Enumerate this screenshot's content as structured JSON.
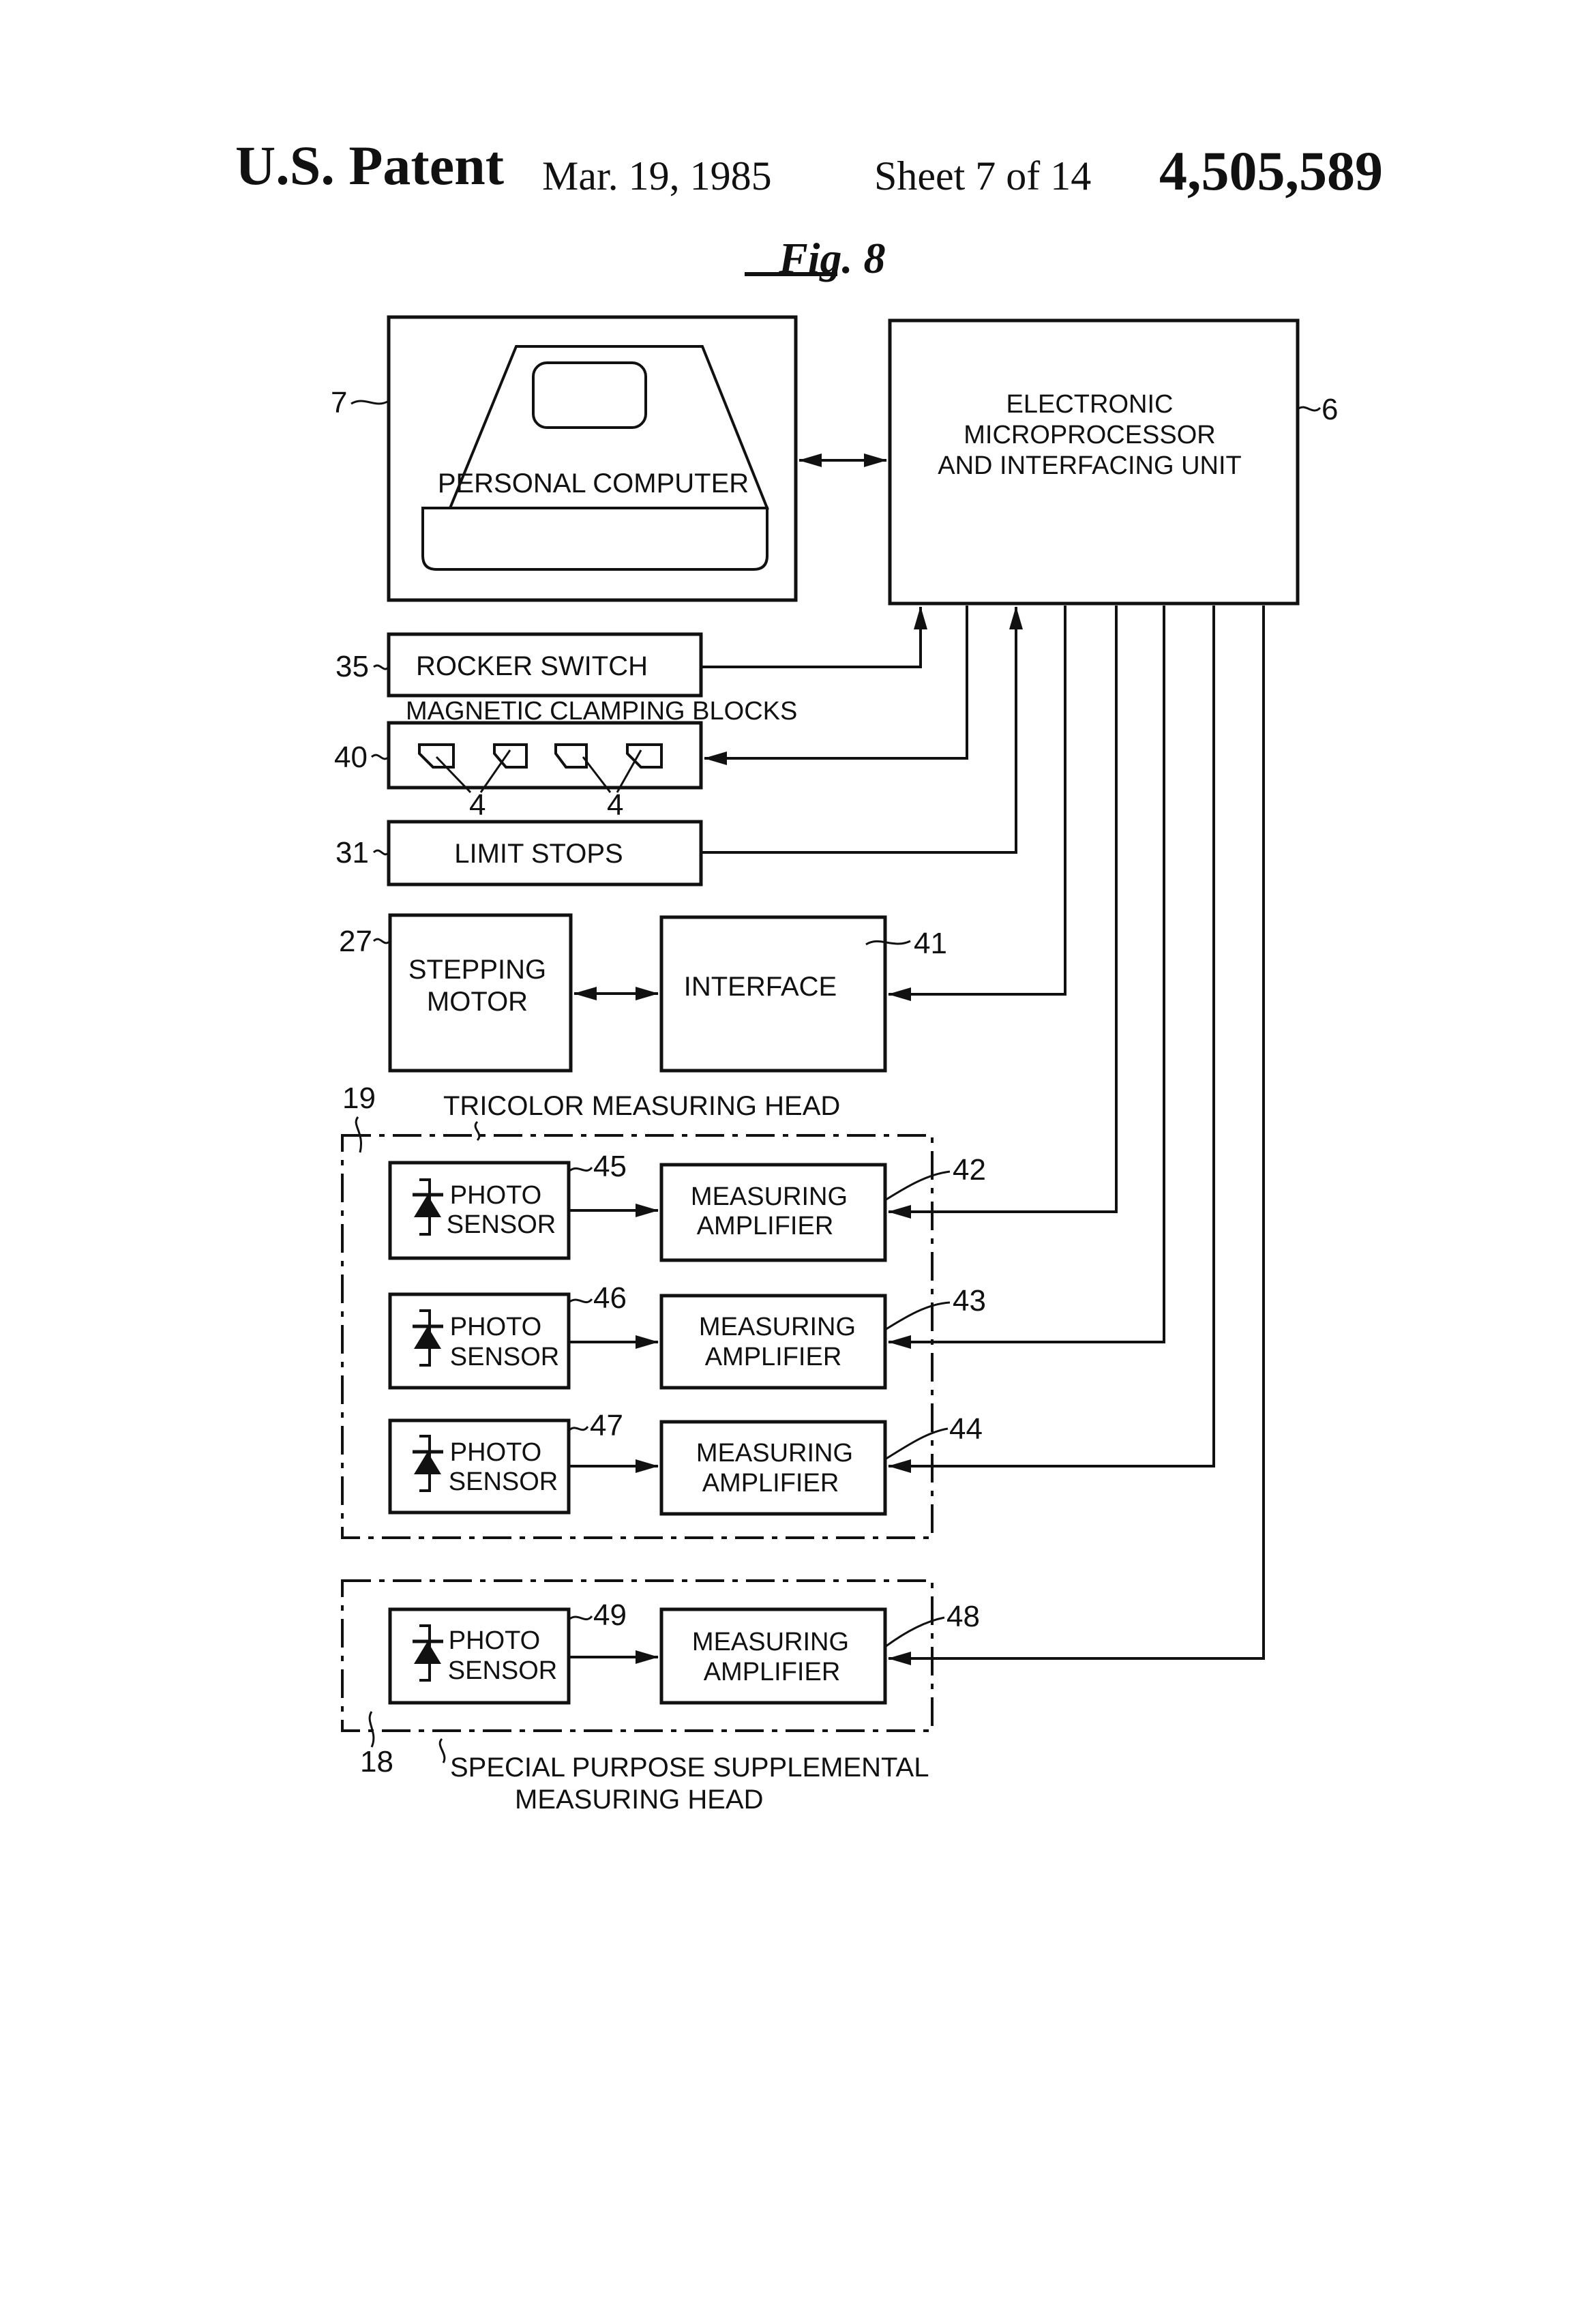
{
  "header": {
    "patent_label": "U.S. Patent",
    "date": "Mar. 19, 1985",
    "sheet": "Sheet 7 of 14",
    "patent_number": "4,505,589"
  },
  "figure": {
    "title": "Fig. 8"
  },
  "blocks": {
    "personal_computer": {
      "label": "PERSONAL COMPUTER",
      "ref": "7"
    },
    "microprocessor": {
      "lines": [
        "ELECTRONIC",
        "MICROPROCESSOR",
        "AND INTERFACING UNIT"
      ],
      "ref": "6"
    },
    "rocker_switch": {
      "label": "ROCKER SWITCH",
      "ref": "35"
    },
    "magnetic_clamping": {
      "label": "MAGNETIC CLAMPING BLOCKS",
      "ref": "40",
      "sub_ref_left": "4",
      "sub_ref_right": "4"
    },
    "limit_stops": {
      "label": "LIMIT STOPS",
      "ref": "31"
    },
    "stepping_motor": {
      "lines": [
        "STEPPING",
        "MOTOR"
      ],
      "ref": "27"
    },
    "interface": {
      "label": "INTERFACE",
      "ref": "41"
    }
  },
  "tricolor_head": {
    "label": "TRICOLOR MEASURING HEAD",
    "ref": "19",
    "channels": [
      {
        "sensor_lines": [
          "PHOTO",
          "SENSOR"
        ],
        "sensor_ref": "45",
        "amp_lines": [
          "MEASURING",
          "AMPLIFIER"
        ],
        "amp_ref": "42"
      },
      {
        "sensor_lines": [
          "PHOTO",
          "SENSOR"
        ],
        "sensor_ref": "46",
        "amp_lines": [
          "MEASURING",
          "AMPLIFIER"
        ],
        "amp_ref": "43"
      },
      {
        "sensor_lines": [
          "PHOTO",
          "SENSOR"
        ],
        "sensor_ref": "47",
        "amp_lines": [
          "MEASURING",
          "AMPLIFIER"
        ],
        "amp_ref": "44"
      }
    ]
  },
  "supplemental_head": {
    "label_lines": [
      "SPECIAL PURPOSE SUPPLEMENTAL",
      "MEASURING HEAD"
    ],
    "ref": "18",
    "channel": {
      "sensor_lines": [
        "PHOTO",
        "SENSOR"
      ],
      "sensor_ref": "49",
      "amp_lines": [
        "MEASURING",
        "AMPLIFIER"
      ],
      "amp_ref": "48"
    }
  },
  "icons": {
    "computer": "computer-icon",
    "photodiode": "photodiode-icon",
    "clamp": "clamp-block-icon"
  }
}
